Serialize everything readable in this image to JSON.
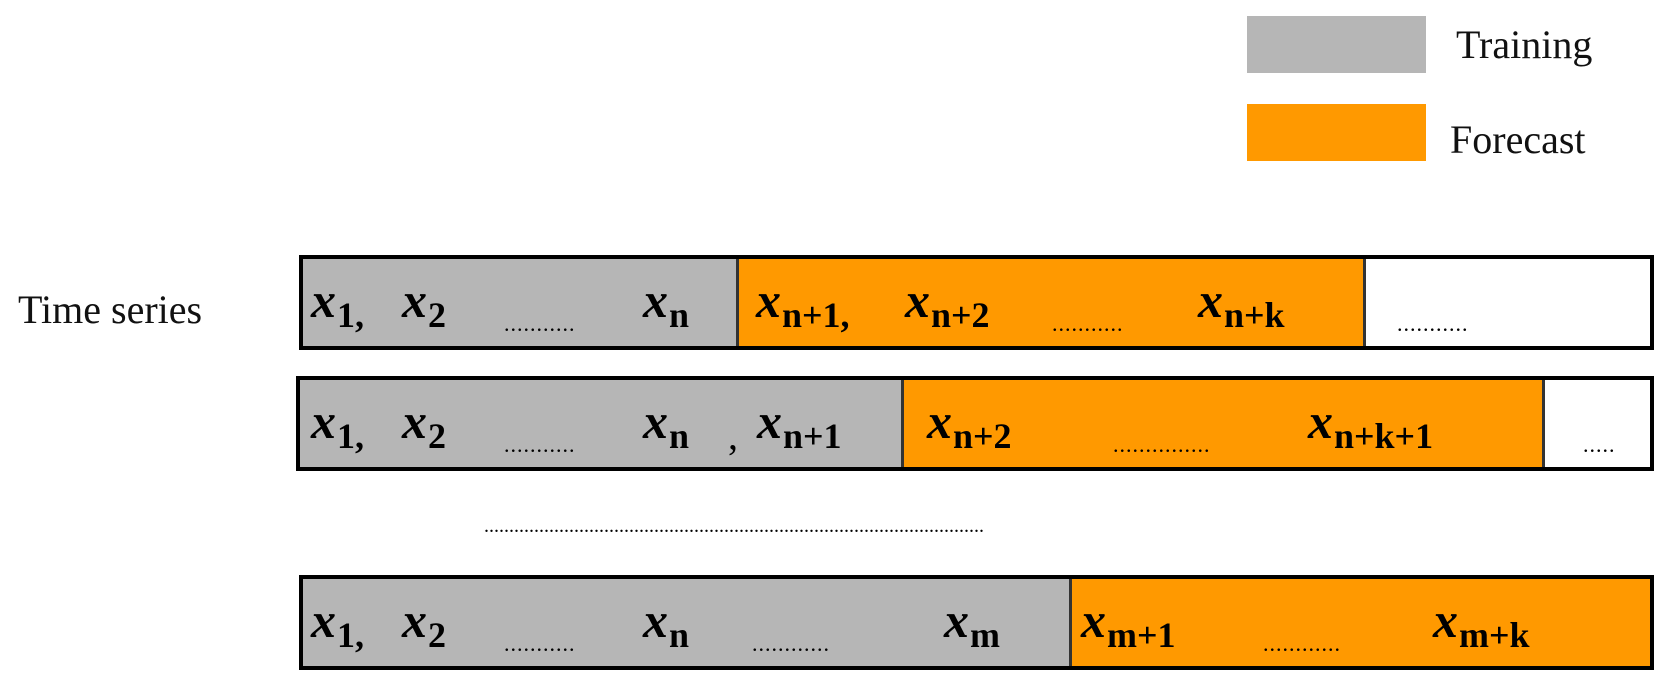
{
  "legend": {
    "training": {
      "label": "Training",
      "color": "#b6b6b6"
    },
    "forecast": {
      "label": "Forecast",
      "color": "#ff9900"
    }
  },
  "row_label": "Time series",
  "rows": [
    {
      "training_terms": [
        {
          "base": "x",
          "sub": "1,"
        },
        {
          "base": "x",
          "sub": "2"
        },
        {
          "base": "x",
          "sub": "n"
        }
      ],
      "training_dots": "...........",
      "forecast_terms": [
        {
          "base": "x",
          "sub": "n+1,"
        },
        {
          "base": "x",
          "sub": "n+2"
        },
        {
          "base": "x",
          "sub": "n+k"
        }
      ],
      "forecast_dots": "...........",
      "tail_dots": "..........."
    },
    {
      "training_terms": [
        {
          "base": "x",
          "sub": "1,"
        },
        {
          "base": "x",
          "sub": "2"
        },
        {
          "base": "x",
          "sub": "n"
        },
        {
          "base": "x",
          "sub": "n+1"
        }
      ],
      "training_comma": ",",
      "training_dots": "...........",
      "forecast_terms": [
        {
          "base": "x",
          "sub": "n+2"
        },
        {
          "base": "x",
          "sub": "n+k+1"
        }
      ],
      "forecast_dots": "...............",
      "tail_dots": "....."
    },
    {
      "training_terms": [
        {
          "base": "x",
          "sub": "1,"
        },
        {
          "base": "x",
          "sub": "2"
        },
        {
          "base": "x",
          "sub": "n"
        },
        {
          "base": "x",
          "sub": "m"
        }
      ],
      "training_dots_1": "...........",
      "training_dots_2": "............",
      "forecast_terms": [
        {
          "base": "x",
          "sub": "m+1"
        },
        {
          "base": "x",
          "sub": "m+k"
        }
      ],
      "forecast_dots": "............"
    }
  ],
  "separator_dots": "...................................................................................................."
}
